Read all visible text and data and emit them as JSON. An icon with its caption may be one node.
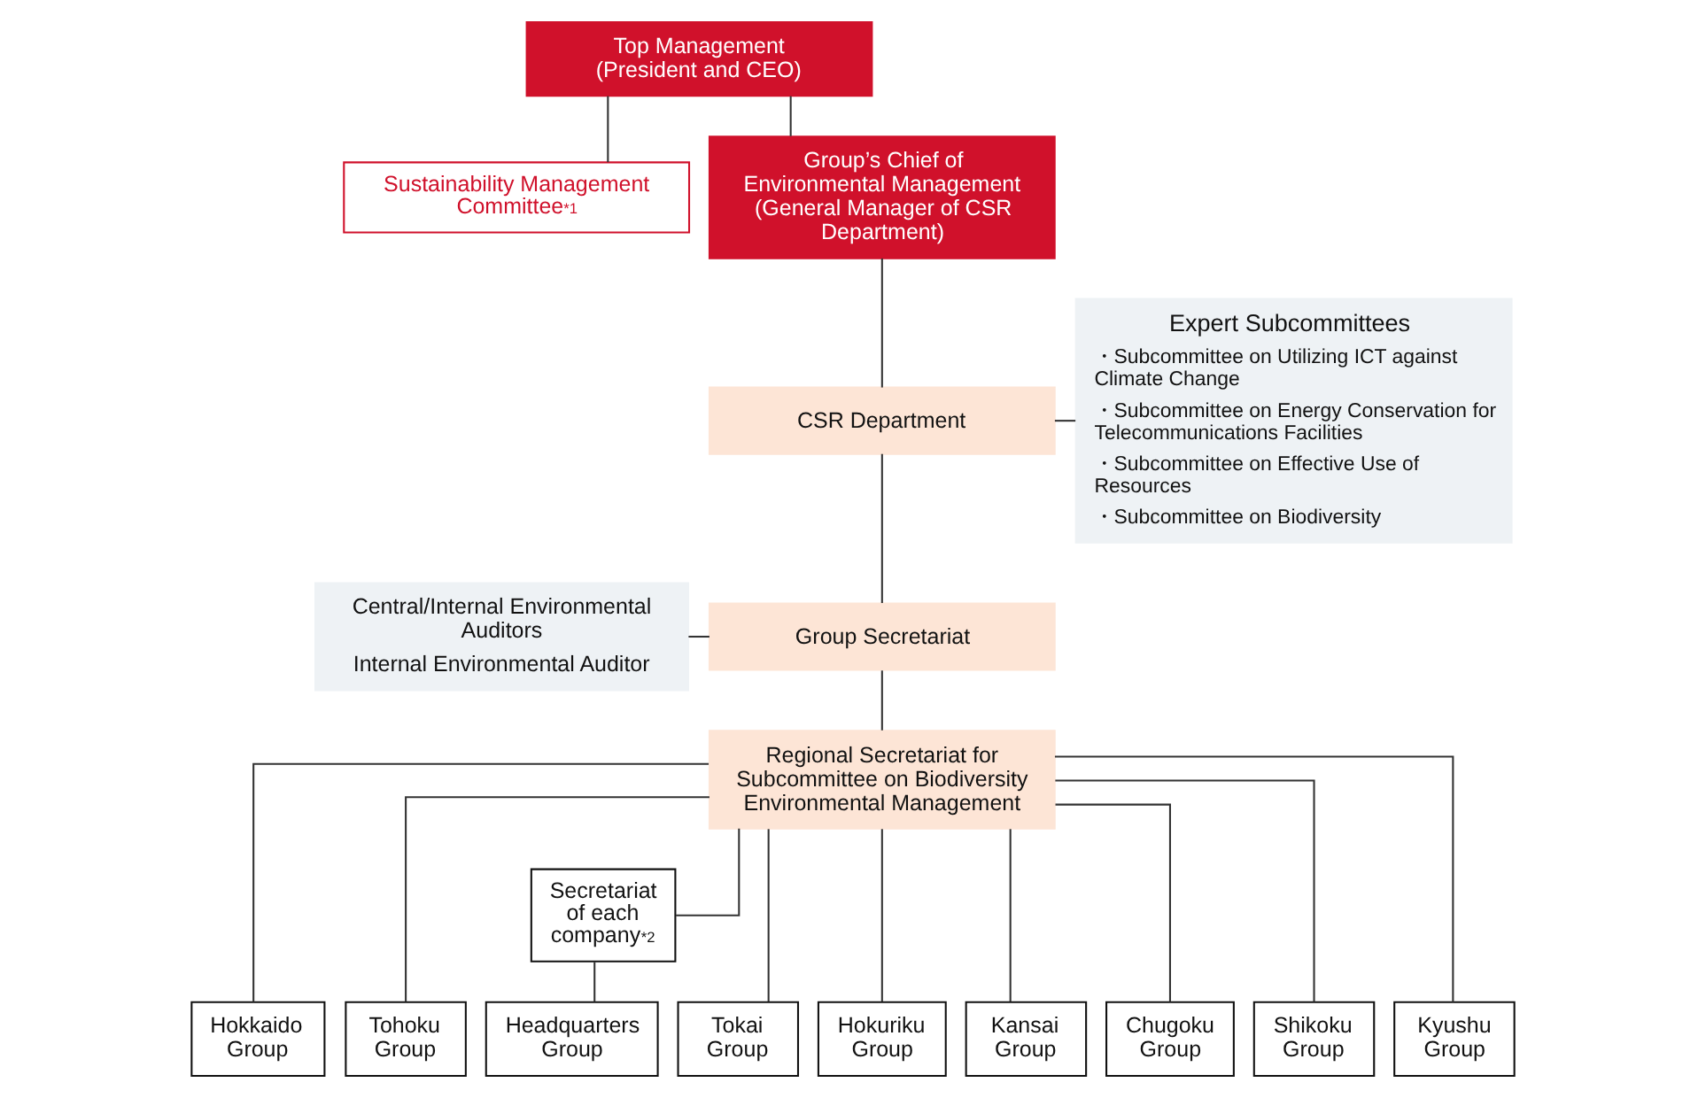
{
  "diagram": {
    "nodes": [
      {
        "text": [
          "Top Management (President and CEO)"
        ]
      },
      {
        "text": [
          "Sustainability Management Committee$^{*1}$"
        ]
      },
      {
        "text": [
          "Group’s Chief of Environmental Management (General Manager of CSR Department)"
        ]
      },
      {
        "text": [
          "Expert Subcommittees",
          "・Subcommittee on Utilizing ICT against Climate Change",
          "・Subcommittee on Energy Conservation for Telecommunications Facilities",
          "・Subcommittee on Effective Use of Resources",
          "・Subcommittee on Biodiversity"
        ]
      },
      {
        "text": [
          "CSR Department"
        ]
      },
      {
        "text": [
          "Central/Internal Environmental Auditors",
          "Internal Environmental Auditor"
        ]
      },
      {
        "text": [
          "Group Secretariat"
        ]
      },
      {
        "text": [
          "Regional Secretariat for Subcommittee on Biodiversity Environmental Management"
        ]
      },
      {
        "text": [
          "Secretariat of each company$^{*2}$"
        ]
      },
      {
        "text": [
          "Hokkaido Group"
        ]
      },
      {
        "text": [
          "Tohoku Group"
        ]
      },
      {
        "text": [
          "Headquarters Group"
        ]
      },
      {
        "text": [
          "Tokai Group"
        ]
      },
      {
        "text": [
          "Hokuriku Group"
        ]
      },
      {
        "text": [
          "Kansai Group"
        ]
      },
      {
        "text": [
          "Chugoku Group"
        ]
      },
      {
        "text": [
          "Shikoku Group"
        ]
      },
      {
        "text": [
          "Kyushu Group"
        ]
      }
    ],
    "edges": [
      {
        "from": 0,
        "to": 2,
        "arrow": "none"
      },
      {
        "from": 0,
        "to": 1,
        "arrow": "none"
      },
      {
        "from": 2,
        "to": 4,
        "arrow": "none"
      },
      {
        "from": 4,
        "to": 3,
        "arrow": "none"
      },
      {
        "from": 4,
        "to": 6,
        "arrow": "none"
      },
      {
        "from": 5,
        "to": 6,
        "arrow": "none"
      },
      {
        "from": 6,
        "to": 7,
        "arrow": "none"
      },
      {
        "from": 7,
        "to": 9,
        "arrow": "none"
      },
      {
        "from": 7,
        "to": 10,
        "arrow": "none"
      },
      {
        "from": 7,
        "to": 8,
        "arrow": "none"
      },
      {
        "from": 8,
        "to": 11,
        "arrow": "none"
      },
      {
        "from": 7,
        "to": 12,
        "arrow": "none"
      },
      {
        "from": 7,
        "to": 13,
        "arrow": "none"
      },
      {
        "from": 7,
        "to": 14,
        "arrow": "none"
      },
      {
        "from": 7,
        "to": 15,
        "arrow": "none"
      },
      {
        "from": 7,
        "to": 16,
        "arrow": "none"
      },
      {
        "from": 7,
        "to": 17,
        "arrow": "none"
      }
    ]
  }
}
